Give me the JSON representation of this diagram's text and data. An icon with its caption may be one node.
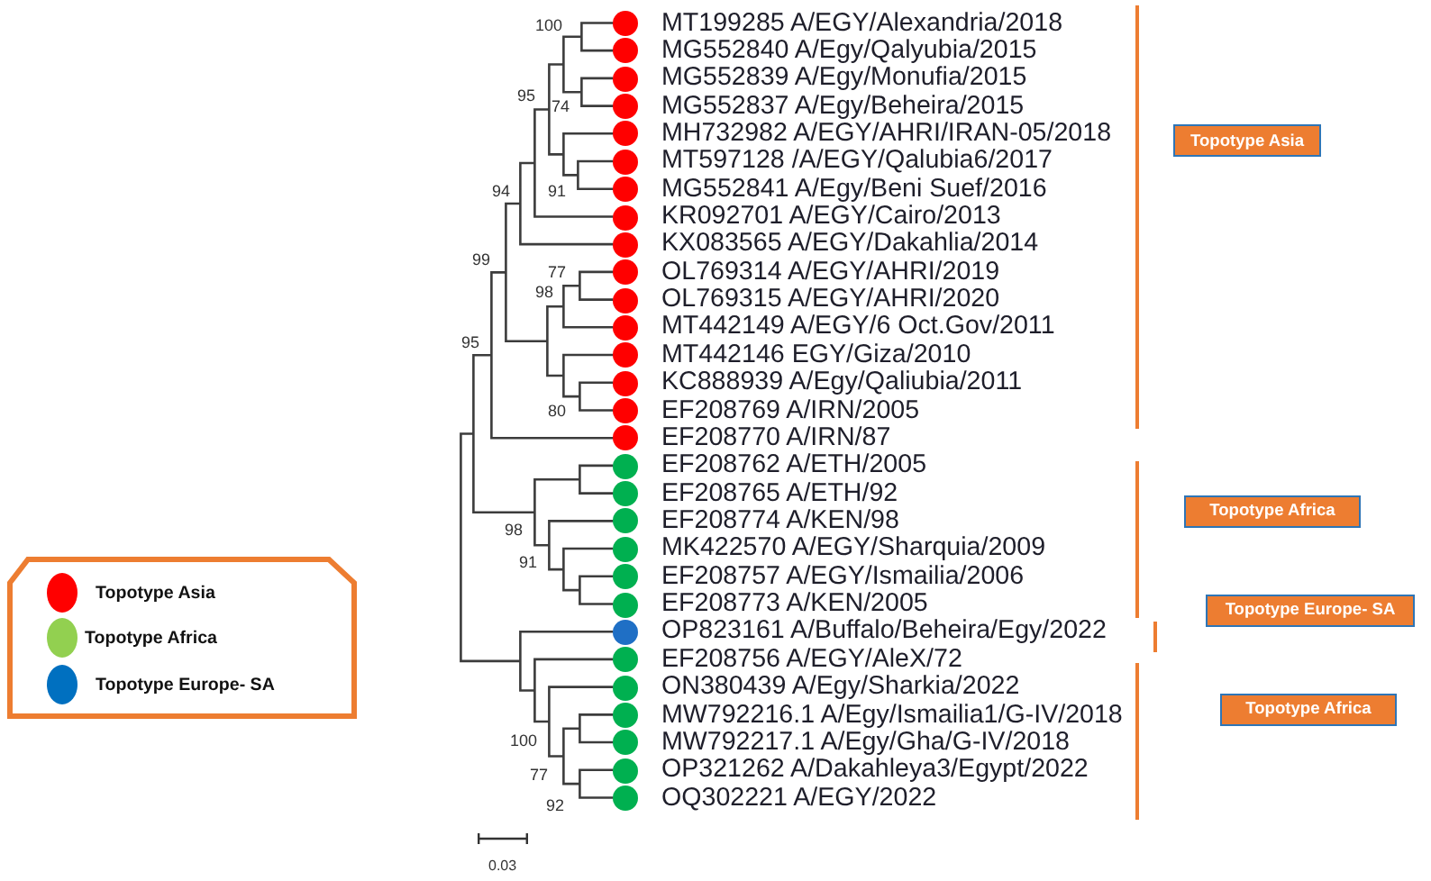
{
  "diagram": {
    "nodes": [
      {
        "text": [
          "Topotype Asia"
        ]
      },
      {
        "text": [
          "Topotype Africa"
        ]
      },
      {
        "text": [
          "Topotype Europe- SA"
        ]
      },
      {
        "text": [
          "Topotype Africa"
        ]
      }
    ],
    "labels": [
      "100",
      "MT199285 A/EGY/Alexandria/2018",
      "MG552840 A/Egy/Qalyubia/2015",
      "MG552839 A/Egy/Monufia/2015",
      "95",
      "74",
      "MG552837 A/Egy/Beheira/2015",
      "MH732982 A/EGY/AHRI/IRAN-05/2018",
      "MT597128 /A/EGY/Qalubia6/2017",
      "94",
      "91",
      "MG552841 A/Egy/Beni Suef/2016",
      "KR092701 A/EGY/Cairo/2013",
      "KX083565 A/EGY/Dakahlia/2014",
      "99",
      "77",
      "OL769314 A/EGY/AHRI/2019",
      "98",
      "OL769315 A/EGY/AHRI/2020",
      "MT442149 A/EGY/6 Oct.Gov/2011",
      "MT442146 EGY/Giza/2010",
      "95",
      "KC888939 A/Egy/Qaliubia/2011",
      "80",
      "EF208769 A/IRN/2005",
      "EF208770 A/IRN/87",
      "EF208762 A/ETH/2005",
      "EF208765 A/ETH/92",
      "98",
      "EF208774 A/KEN/98",
      "91",
      "MK422570 A/EGY/Sharquia/2009",
      "EF208757 A/EGY/Ismailia/2006",
      "EF208773 A/KEN/2005",
      "OP823161 A/Buffalo/Beheira/Egy/2022",
      "EF208756 A/EGY/AleX/72",
      "ON380439 A/Egy/Sharkia/2022",
      "MW792216.1 A/Egy/Ismailia1/G-IV/2018",
      "100",
      "MW792217.1 A/Egy/Gha/G-IV/2018",
      "77",
      "OP321262 A/Dakahleya3/Egypt/2022",
      "92",
      "OQ302221 A/EGY/2022",
      "0.03"
    ],
    "legend": [
      {
        "text": "Topotype Asia",
        "color": "#ff0000"
      },
      {
        "text": "Topotype Africa",
        "color": "#92d050"
      },
      {
        "text": "Topotype Europe- SA",
        "color": "#0070c0"
      }
    ]
  }
}
